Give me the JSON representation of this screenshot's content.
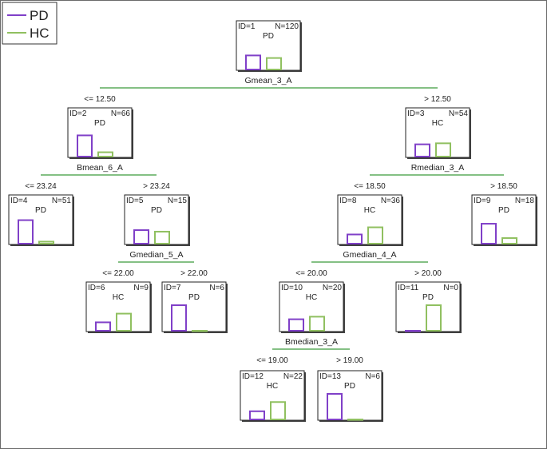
{
  "colors": {
    "pd": "#8040c8",
    "hc": "#90c060",
    "split_line": "#3a9a3a"
  },
  "legend": [
    {
      "label": "PD",
      "color_key": "pd"
    },
    {
      "label": "HC",
      "color_key": "hc"
    }
  ],
  "nodes": [
    {
      "key": "n1",
      "id_text": "ID=1",
      "n_text": "N=120",
      "class": "PD",
      "pd": 0.55,
      "hc": 0.45,
      "split": "Gmean_3_A"
    },
    {
      "key": "n2",
      "id_text": "ID=2",
      "n_text": "N=66",
      "class": "PD",
      "pd": 0.83,
      "hc": 0.17,
      "split": "Bmean_6_A"
    },
    {
      "key": "n3",
      "id_text": "ID=3",
      "n_text": "N=54",
      "class": "HC",
      "pd": 0.48,
      "hc": 0.52,
      "split": "Rmedian_3_A"
    },
    {
      "key": "n4",
      "id_text": "ID=4",
      "n_text": "N=51",
      "class": "PD",
      "pd": 0.92,
      "hc": 0.08,
      "split": ""
    },
    {
      "key": "n5",
      "id_text": "ID=5",
      "n_text": "N=15",
      "class": "PD",
      "pd": 0.53,
      "hc": 0.47,
      "split": "Gmedian_5_A"
    },
    {
      "key": "n8",
      "id_text": "ID=8",
      "n_text": "N=36",
      "class": "HC",
      "pd": 0.36,
      "hc": 0.64,
      "split": "Gmedian_4_A"
    },
    {
      "key": "n9",
      "id_text": "ID=9",
      "n_text": "N=18",
      "class": "PD",
      "pd": 0.78,
      "hc": 0.22,
      "split": ""
    },
    {
      "key": "n6",
      "id_text": "ID=6",
      "n_text": "N=9",
      "class": "HC",
      "pd": 0.33,
      "hc": 0.67,
      "split": ""
    },
    {
      "key": "n7",
      "id_text": "ID=7",
      "n_text": "N=6",
      "class": "PD",
      "pd": 1.0,
      "hc": 0.0,
      "split": ""
    },
    {
      "key": "n10",
      "id_text": "ID=10",
      "n_text": "N=20",
      "class": "HC",
      "pd": 0.45,
      "hc": 0.55,
      "split": "Bmedian_3_A"
    },
    {
      "key": "n11",
      "id_text": "ID=11",
      "n_text": "N=0",
      "class": "PD",
      "pd": 0.0,
      "hc": 1.0,
      "split": ""
    },
    {
      "key": "n12",
      "id_text": "ID=12",
      "n_text": "N=22",
      "class": "HC",
      "pd": 0.32,
      "hc": 0.68,
      "split": ""
    },
    {
      "key": "n13",
      "id_text": "ID=13",
      "n_text": "N=6",
      "class": "PD",
      "pd": 1.0,
      "hc": 0.0,
      "split": ""
    }
  ],
  "edges": [
    {
      "parent": "n1",
      "left_label": "<= 12.50",
      "right_label": "> 12.50"
    },
    {
      "parent": "n2",
      "left_label": "<= 23.24",
      "right_label": "> 23.24"
    },
    {
      "parent": "n3",
      "left_label": "<= 18.50",
      "right_label": "> 18.50"
    },
    {
      "parent": "n5",
      "left_label": "<= 22.00",
      "right_label": "> 22.00"
    },
    {
      "parent": "n8",
      "left_label": "<= 20.00",
      "right_label": "> 20.00"
    },
    {
      "parent": "n10",
      "left_label": "<= 19.00",
      "right_label": "> 19.00"
    }
  ]
}
